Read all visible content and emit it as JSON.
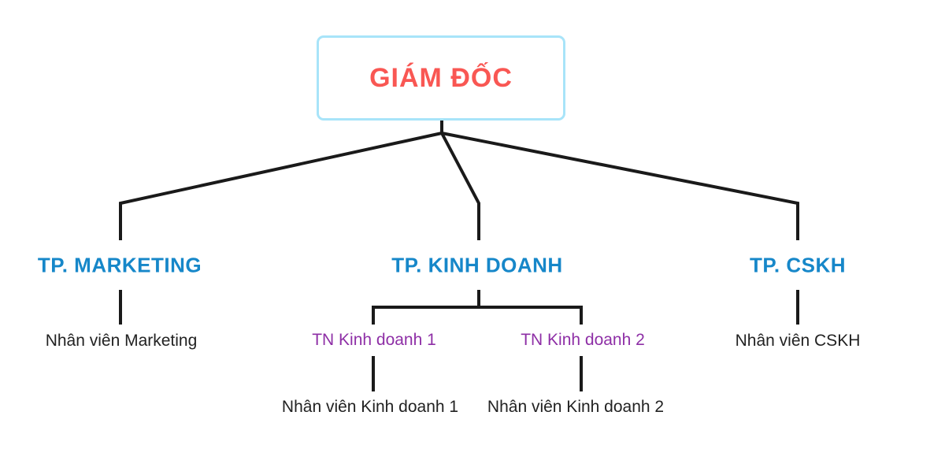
{
  "diagram": {
    "type": "org-chart",
    "language": "vi"
  },
  "colors": {
    "background": "#ffffff",
    "root-text": "#f95753",
    "root-border": "#a8e4f9",
    "level2-text": "#1687c9",
    "accent-text": "#8e2fa6",
    "text-dark": "#222222",
    "line": "#1a1a1a"
  },
  "tree": {
    "root": {
      "label": "GIÁM ĐỐC",
      "children": [
        {
          "label": "TP. MARKETING",
          "children": [
            {
              "label": "Nhân viên Marketing"
            }
          ]
        },
        {
          "label": "TP. KINH DOANH",
          "children": [
            {
              "label": "TN Kinh doanh 1",
              "children": [
                {
                  "label": "Nhân viên Kinh doanh 1"
                }
              ]
            },
            {
              "label": "TN Kinh doanh 2",
              "children": [
                {
                  "label": "Nhân viên Kinh doanh 2"
                }
              ]
            }
          ]
        },
        {
          "label": "TP. CSKH",
          "children": [
            {
              "label": "Nhân viên CSKH"
            }
          ]
        }
      ]
    }
  }
}
